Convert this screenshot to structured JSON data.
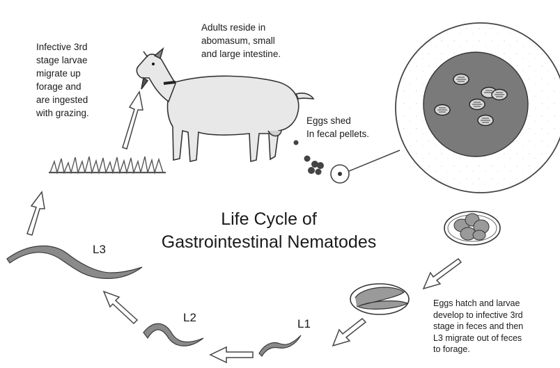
{
  "title_line1": "Life Cycle of",
  "title_line2": "Gastrointestinal Nematodes",
  "notes": {
    "infective": "Infective 3rd\nstage larvae\nmigrate up\nforage and\nare ingested\nwith grazing.",
    "adults": "Adults reside in\nabomasum, small\nand large intestine.",
    "eggs_shed": "Eggs shed\nIn fecal pellets.",
    "hatch": "Eggs hatch and larvae\ndevelop to infective 3rd\nstage in feces and then\nL3 migrate out of feces\nto forage."
  },
  "larva_labels": {
    "l1": "L1",
    "l2": "L2",
    "l3": "L3"
  },
  "colors": {
    "worm_fill": "#8a8a8a",
    "worm_stroke": "#3a3a3a",
    "circle_fill": "#7a7a7a",
    "egg_fill": "#b8b8b8",
    "grass": "#555555"
  }
}
